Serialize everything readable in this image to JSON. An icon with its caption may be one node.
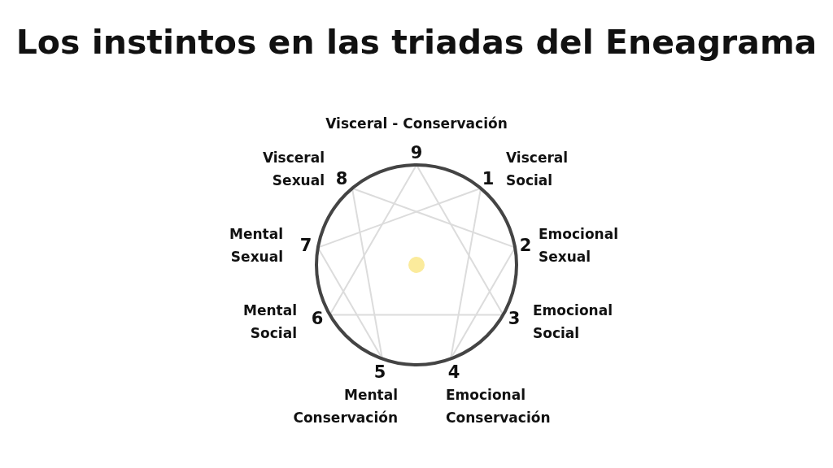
{
  "diagram": {
    "title": "Los instintos en las triadas del Eneagrama",
    "labels": [
      "Visceral - Conservación",
      "Visceral Sexual",
      "8",
      "9",
      "1",
      "Visceral Social",
      "Mental Sexual",
      "7",
      "2",
      "Emocional Sexual",
      "Mental Social",
      "6",
      "3",
      "Emocional Social",
      "5",
      "4",
      "Mental Conservación",
      "Emocional Conservación"
    ]
  }
}
